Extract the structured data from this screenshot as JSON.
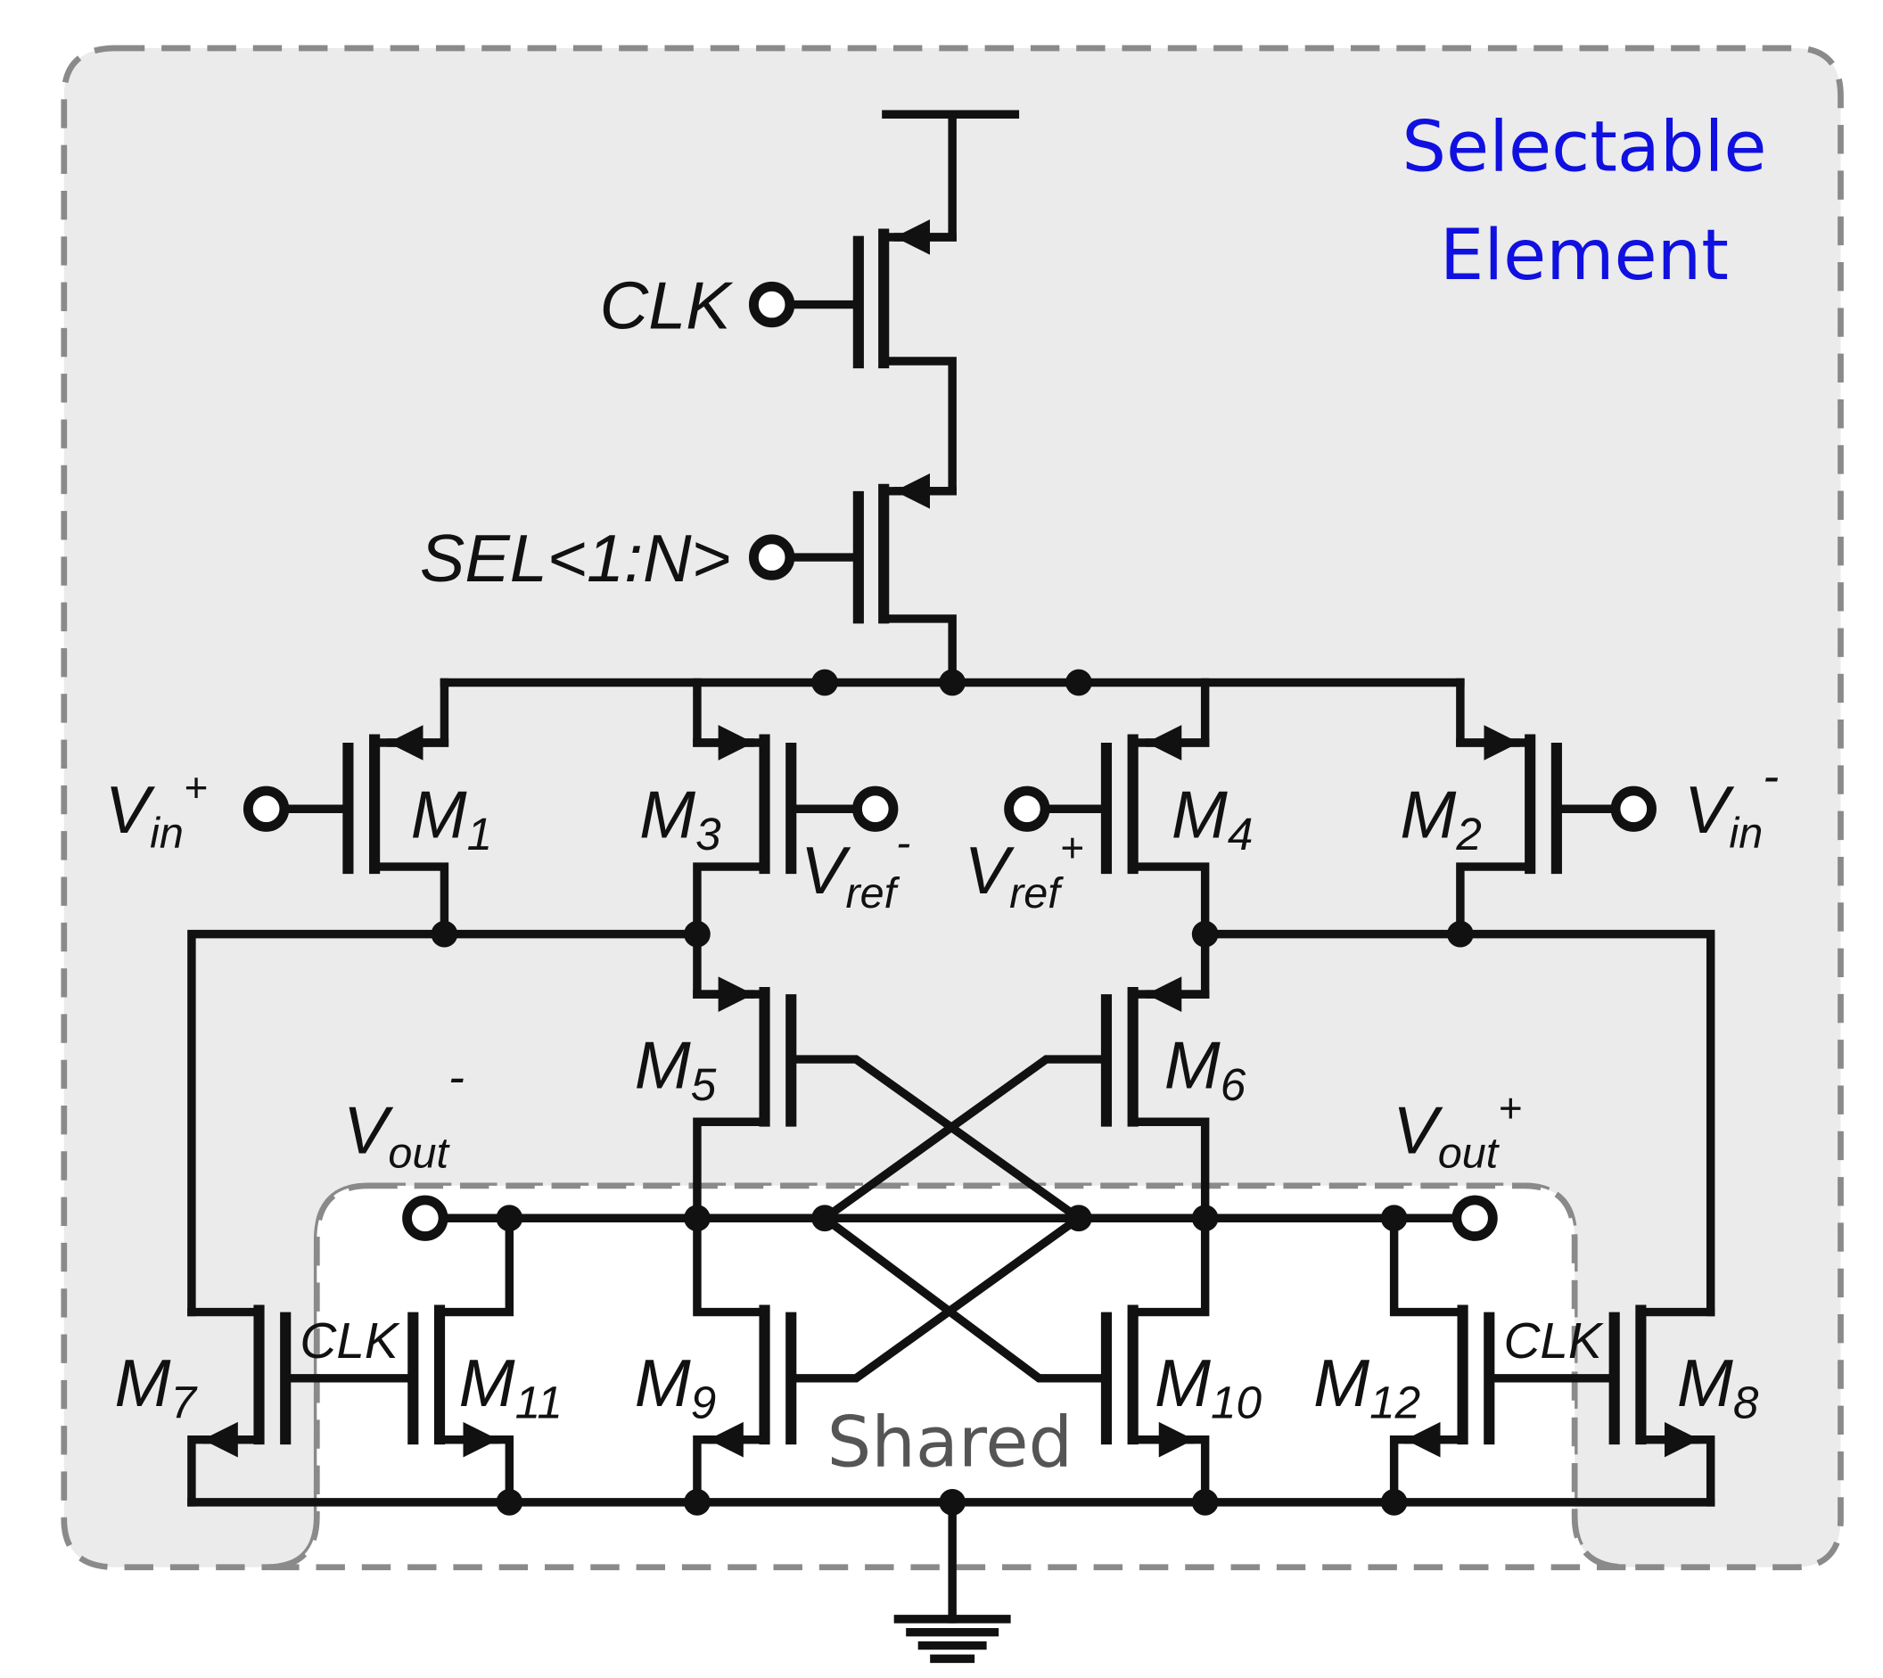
{
  "regions": {
    "selectable_label_line1": "Selectable",
    "selectable_label_line2": "Element",
    "selectable_label_color": "#1010e0",
    "shared_label": "Shared",
    "selectable_fill": "#ebebeb",
    "border_color": "#8a8a8a"
  },
  "signals": {
    "clk": "CLK",
    "sel": "SEL<1:N>",
    "vin_pos": {
      "base": "V",
      "sub": "in",
      "sup": "+"
    },
    "vin_neg": {
      "base": "V",
      "sub": "in",
      "sup": "-"
    },
    "vref_neg": {
      "base": "V",
      "sub": "ref",
      "sup": "-"
    },
    "vref_pos": {
      "base": "V",
      "sub": "ref",
      "sup": "+"
    },
    "vout_neg": {
      "base": "V",
      "sub": "out",
      "sup": "-"
    },
    "vout_pos": {
      "base": "V",
      "sub": "out",
      "sup": "+"
    },
    "clk_left": "CLK",
    "clk_right": "CLK"
  },
  "transistors": {
    "m1": {
      "base": "M",
      "sub": "1"
    },
    "m2": {
      "base": "M",
      "sub": "2"
    },
    "m3": {
      "base": "M",
      "sub": "3"
    },
    "m4": {
      "base": "M",
      "sub": "4"
    },
    "m5": {
      "base": "M",
      "sub": "5"
    },
    "m6": {
      "base": "M",
      "sub": "6"
    },
    "m7": {
      "base": "M",
      "sub": "7"
    },
    "m8": {
      "base": "M",
      "sub": "8"
    },
    "m9": {
      "base": "M",
      "sub": "9"
    },
    "m10": {
      "base": "M",
      "sub": "10"
    },
    "m11": {
      "base": "M",
      "sub": "11"
    },
    "m12": {
      "base": "M",
      "sub": "12"
    }
  }
}
